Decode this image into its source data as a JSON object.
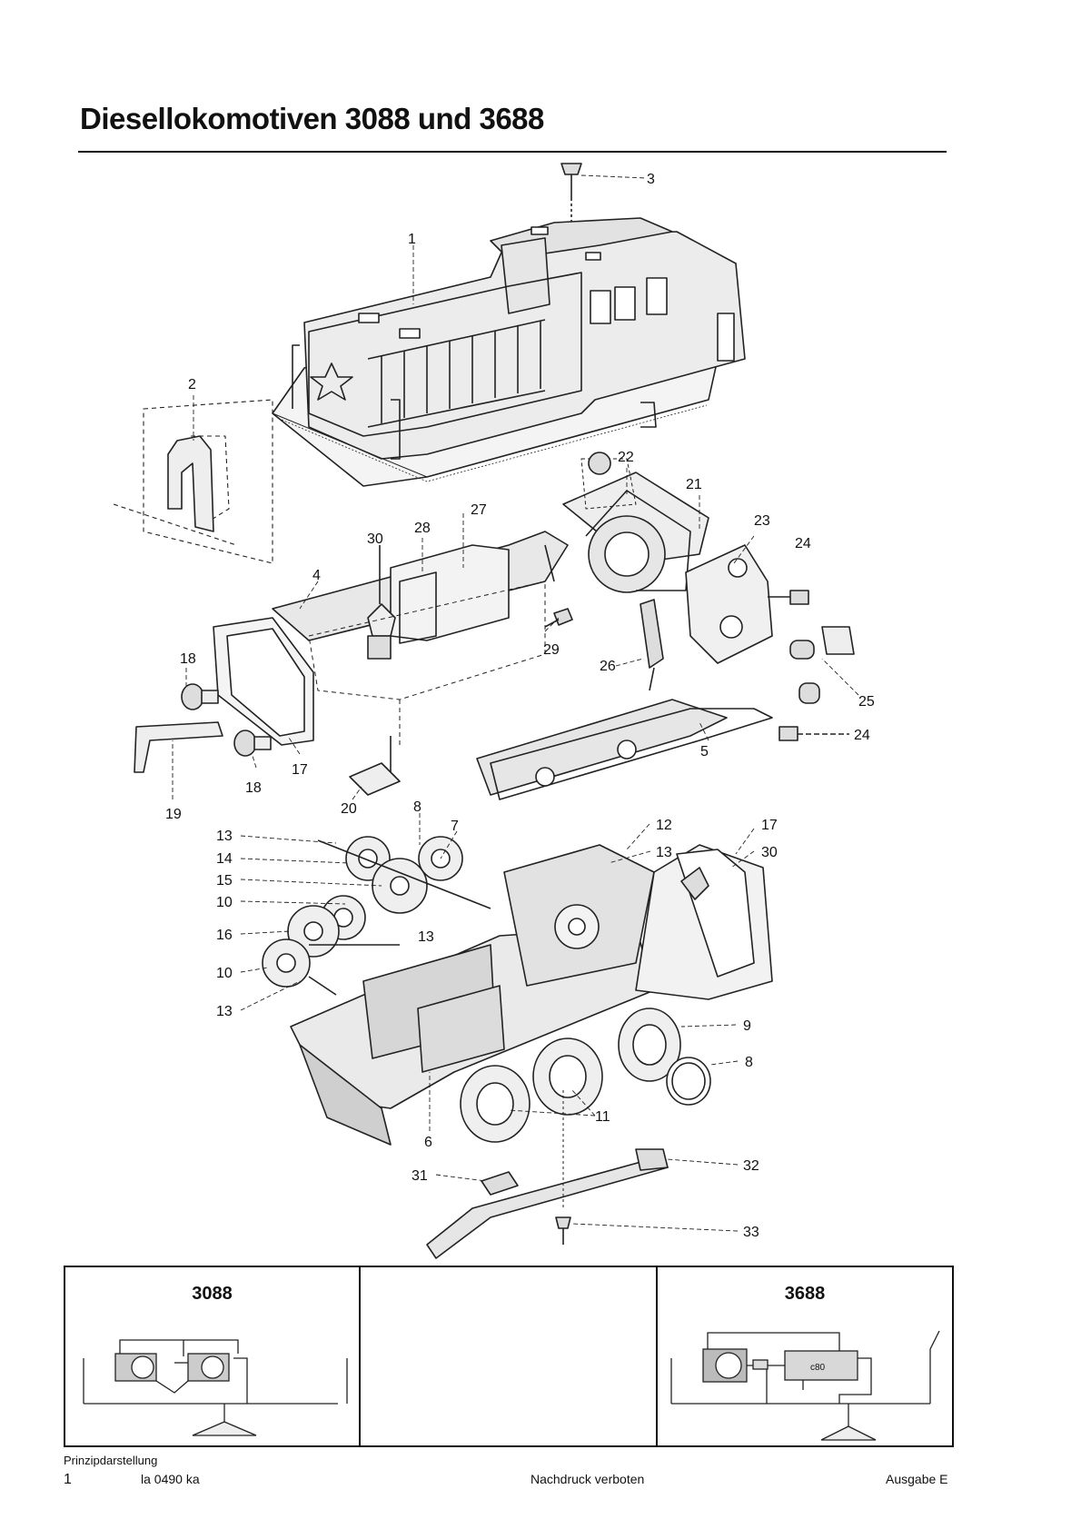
{
  "page": {
    "title": "Diesellokomotiven 3088 und 3688",
    "caption": "Prinzipdarstellung",
    "page_number": "1",
    "doc_code": "la 0490 ka",
    "reprint_note": "Nachdruck verboten",
    "edition": "Ausgabe E"
  },
  "panels": [
    {
      "title": "3088"
    },
    {
      "title": ""
    },
    {
      "title": "3688"
    }
  ],
  "schematic_labels": {
    "component_3688": "c80"
  },
  "callouts": [
    {
      "id": "c-3",
      "text": "3"
    },
    {
      "id": "c-1",
      "text": "1"
    },
    {
      "id": "c-2",
      "text": "2"
    },
    {
      "id": "c-22",
      "text": "22"
    },
    {
      "id": "c-21",
      "text": "21"
    },
    {
      "id": "c-27",
      "text": "27"
    },
    {
      "id": "c-23",
      "text": "23"
    },
    {
      "id": "c-28",
      "text": "28"
    },
    {
      "id": "c-30a",
      "text": "30"
    },
    {
      "id": "c-24a",
      "text": "24"
    },
    {
      "id": "c-4",
      "text": "4"
    },
    {
      "id": "c-29",
      "text": "29"
    },
    {
      "id": "c-26",
      "text": "26"
    },
    {
      "id": "c-18a",
      "text": "18"
    },
    {
      "id": "c-25",
      "text": "25"
    },
    {
      "id": "c-24b",
      "text": "24"
    },
    {
      "id": "c-5",
      "text": "5"
    },
    {
      "id": "c-17a",
      "text": "17"
    },
    {
      "id": "c-18b",
      "text": "18"
    },
    {
      "id": "c-19",
      "text": "19"
    },
    {
      "id": "c-20",
      "text": "20"
    },
    {
      "id": "c-8a",
      "text": "8"
    },
    {
      "id": "c-7",
      "text": "7"
    },
    {
      "id": "c-12",
      "text": "12"
    },
    {
      "id": "c-17b",
      "text": "17"
    },
    {
      "id": "c-13a",
      "text": "13"
    },
    {
      "id": "c-13b",
      "text": "13"
    },
    {
      "id": "c-30b",
      "text": "30"
    },
    {
      "id": "c-14",
      "text": "14"
    },
    {
      "id": "c-15",
      "text": "15"
    },
    {
      "id": "c-10a",
      "text": "10"
    },
    {
      "id": "c-16",
      "text": "16"
    },
    {
      "id": "c-13c",
      "text": "13"
    },
    {
      "id": "c-10b",
      "text": "10"
    },
    {
      "id": "c-13d",
      "text": "13"
    },
    {
      "id": "c-9",
      "text": "9"
    },
    {
      "id": "c-8b",
      "text": "8"
    },
    {
      "id": "c-11",
      "text": "11"
    },
    {
      "id": "c-6",
      "text": "6"
    },
    {
      "id": "c-31",
      "text": "31"
    },
    {
      "id": "c-32",
      "text": "32"
    },
    {
      "id": "c-33",
      "text": "33"
    }
  ]
}
